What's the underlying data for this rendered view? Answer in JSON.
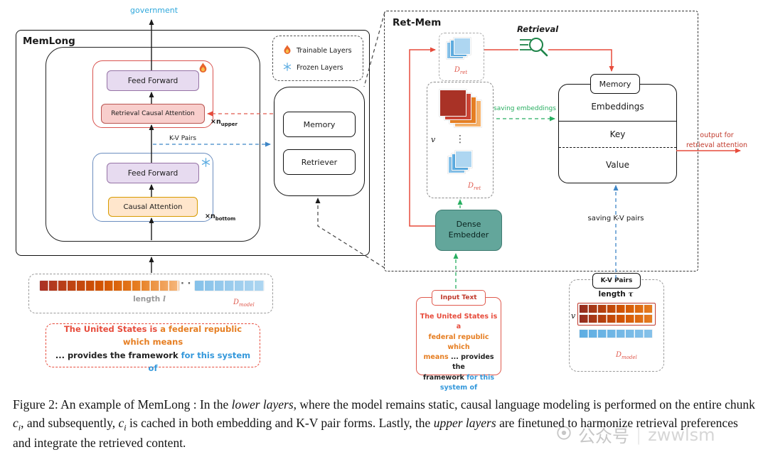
{
  "memlong": {
    "title": "MemLong",
    "output_token": "government",
    "feed_forward": "Feed Forward",
    "retrieval_causal_attention": "Retrieval Causal Attention",
    "causal_attention": "Causal Attention",
    "n_upper": {
      "prefix": "×n",
      "sub": "upper"
    },
    "n_bottom": {
      "prefix": "×n",
      "sub": "bottom"
    },
    "kv_pairs_label": "K-V Pairs",
    "legend": {
      "trainable": "Trainable Layers",
      "frozen": "Frozen Layers"
    },
    "memory": "Memory",
    "retriever": "Retriever"
  },
  "tokens": {
    "length_prefix": "length",
    "length_var": "l",
    "dots": "· · ·",
    "d_model": {
      "prefix": "D",
      "sub": "model"
    }
  },
  "sentence": {
    "part_red": "The United States is",
    "part_orange": " a federal republic which means",
    "part_black": "... provides the framework ",
    "part_blue": "for this system of"
  },
  "retmem": {
    "title": "Ret-Mem",
    "retrieval_label": "Retrieval",
    "d_ret": {
      "prefix": "D",
      "sub": "ret"
    },
    "v_label": "v",
    "stack_dots": "⋮",
    "saving_embeddings": "saving embeddings",
    "memory_title": "Memory",
    "rows": {
      "embeddings": "Embeddings",
      "key": "Key",
      "value": "Value"
    },
    "output_line1": "output for",
    "output_line2": "retrieval attention",
    "dense_line1": "Dense",
    "dense_line2": "Embedder",
    "saving_kv": "saving K-V pairs"
  },
  "input_text": {
    "label": "Input Text",
    "l1": "The United States is a",
    "l2": "federal republic which",
    "l3_orange": "means",
    "l3_black": " ... provides the",
    "l4_black": "framework ",
    "l4_blue": "for this",
    "l5": "system of"
  },
  "kv_box": {
    "label": "K-V Pairs",
    "length_prefix": "length",
    "length_var": "τ",
    "v_label": "v",
    "d_model": {
      "prefix": "D",
      "sub": "model"
    }
  },
  "caption": {
    "p0": "Figure 2: An example of MemLong : In the ",
    "p1": "lower layers",
    "p2": ", where the model remains static, causal language modeling is performed on the entire chunk ",
    "c": "c",
    "sub_i": "i",
    "p3": ", and subsequently, ",
    "p4": " is cached in both embedding and K-V pair forms. Lastly, the ",
    "p5": "upper layers",
    "p6": " are finetuned to harmonize retrieval preferences and integrate the retrieved content."
  },
  "watermark": {
    "label": "公众号",
    "divider": "|",
    "name": "zwwlsm"
  }
}
